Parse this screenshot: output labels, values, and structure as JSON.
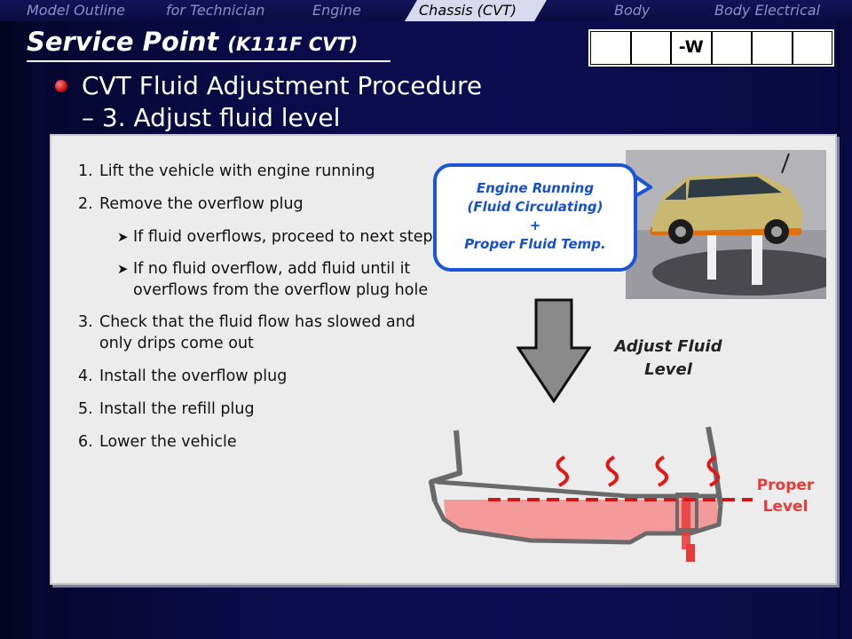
{
  "nav": {
    "items": [
      "Model Outline",
      "for Technician",
      "Engine",
      "Chassis (CVT)",
      "Body",
      "Body Electrical"
    ],
    "active": "Chassis (CVT)"
  },
  "title": {
    "main": "Service Point",
    "sub": "(K111F CVT)"
  },
  "code_boxes": [
    "",
    "",
    "-W",
    "",
    "",
    ""
  ],
  "heading": "CVT Fluid Adjustment Procedure",
  "subheading": "– 3. Adjust fluid level",
  "steps": [
    {
      "num": "1.",
      "text": "Lift the vehicle with engine running"
    },
    {
      "num": "2.",
      "text": "Remove the overflow plug"
    },
    {
      "num": "3.",
      "text": "Check that the fluid flow has slowed and only drips come out"
    },
    {
      "num": "4.",
      "text": "Install the overflow plug"
    },
    {
      "num": "5.",
      "text": "Install the refill plug"
    },
    {
      "num": "6.",
      "text": "Lower the vehicle"
    }
  ],
  "substeps": [
    {
      "text": "If fluid overflows, proceed to next step"
    },
    {
      "text": "If no fluid overflow, add fluid until it overflows from the overflow plug hole"
    }
  ],
  "callout": {
    "line1": "Engine Running",
    "line2": "(Fluid Circulating)",
    "line3": "+",
    "line4": "Proper Fluid Temp."
  },
  "adjust_label": {
    "line1": "Adjust Fluid",
    "line2": "Level"
  },
  "proper_label": {
    "line1": "Proper",
    "line2": "Level"
  },
  "colors": {
    "background": "#0a0a3e",
    "callout_blue": "#1b55d6",
    "fluid_red": "#e83a3a",
    "heat_red": "#e01818"
  },
  "icons": {
    "bullet": "red-ball-bullet-icon",
    "substep": "arrow-right-icon",
    "heat": "heat-wave-icon"
  }
}
